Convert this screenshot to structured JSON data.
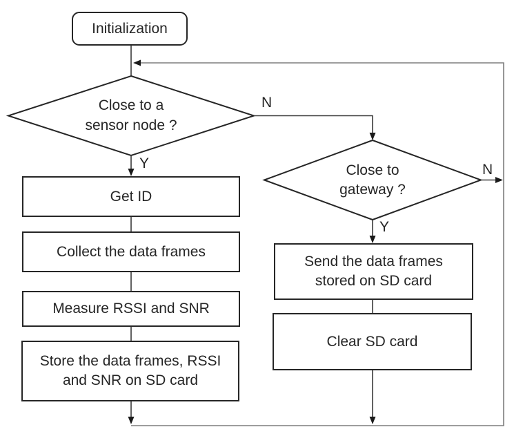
{
  "diagram": {
    "type": "flowchart",
    "colors": {
      "background": "#ffffff",
      "shape_stroke": "#262626",
      "connector": "#3a3a3a",
      "loop_line": "#7d7d7d",
      "arrowhead": "#1a1a1a",
      "text": "#262626"
    },
    "nodes": {
      "init": {
        "label": "Initialization",
        "shape": "rounded-rectangle"
      },
      "decision_sensor": {
        "label": "Close to a\nsensor node ?",
        "shape": "diamond"
      },
      "get_id": {
        "label": "Get ID",
        "shape": "rectangle"
      },
      "collect": {
        "label": "Collect the data frames",
        "shape": "rectangle"
      },
      "measure": {
        "label": "Measure RSSI and SNR",
        "shape": "rectangle"
      },
      "store": {
        "label": "Store the data frames, RSSI\nand SNR on SD card",
        "shape": "rectangle"
      },
      "decision_gateway": {
        "label": "Close to\ngateway ?",
        "shape": "diamond"
      },
      "send": {
        "label": "Send the data frames\nstored on SD card",
        "shape": "rectangle"
      },
      "clear": {
        "label": "Clear SD card",
        "shape": "rectangle"
      }
    },
    "edge_labels": {
      "sensor_yes": "Y",
      "sensor_no": "N",
      "gateway_yes": "Y",
      "gateway_no": "N"
    }
  }
}
